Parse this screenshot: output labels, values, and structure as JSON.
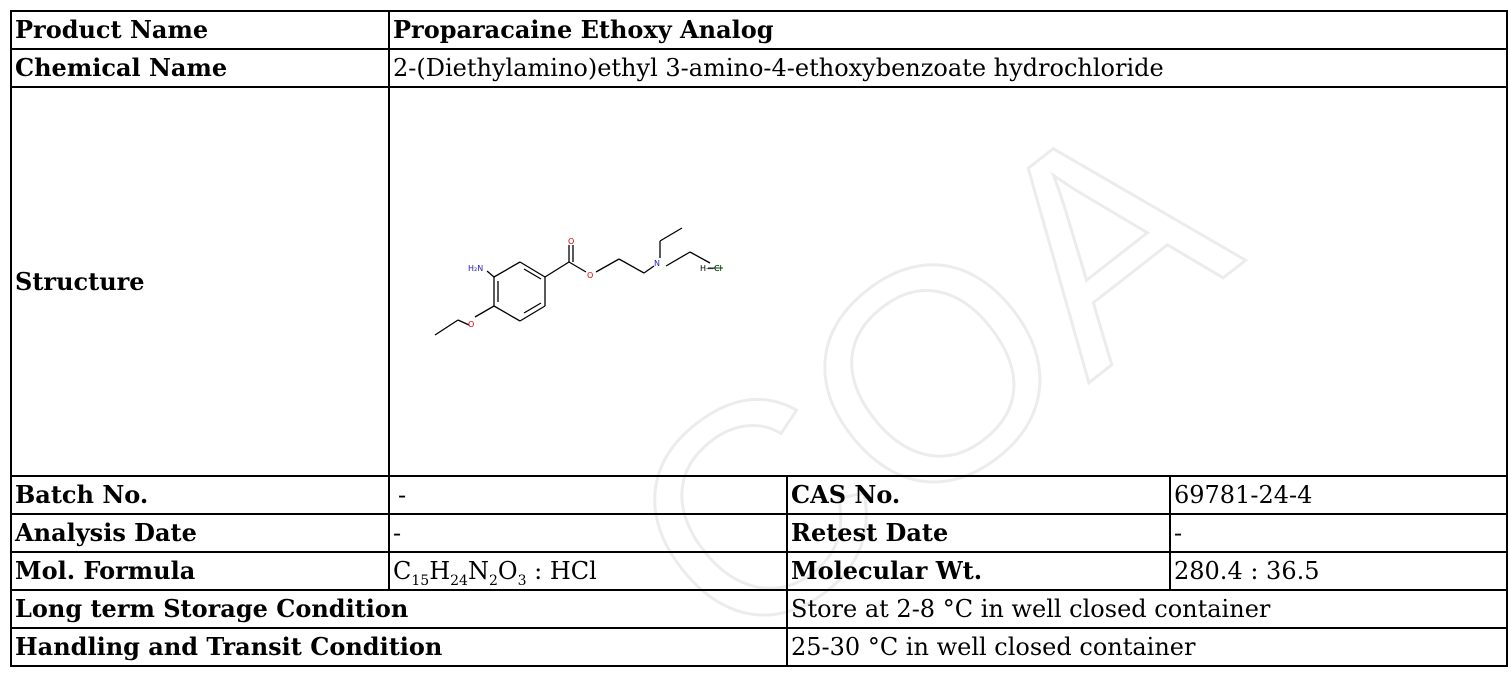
{
  "rows": {
    "product_name": {
      "label": "Product Name",
      "value": "Proparacaine Ethoxy Analog"
    },
    "chemical_name": {
      "label": "Chemical Name",
      "value": "2-(Diethylamino)ethyl 3-amino-4-ethoxybenzoate hydrochloride"
    },
    "structure": {
      "label": "Structure"
    },
    "batch_no": {
      "label": "Batch No.",
      "value": "-"
    },
    "cas_no": {
      "label": "CAS No.",
      "value": "69781-24-4"
    },
    "analysis_date": {
      "label": "Analysis Date",
      "value": "-"
    },
    "retest_date": {
      "label": "Retest Date",
      "value": "-"
    },
    "mol_formula": {
      "label": "Mol. Formula",
      "parts": [
        "C",
        "15",
        "H",
        "24",
        "N",
        "2",
        "O",
        "3"
      ],
      "suffix": " : HCl"
    },
    "molecular_wt": {
      "label": "Molecular Wt.",
      "value": "280.4 : 36.5"
    },
    "storage": {
      "label": "Long term Storage Condition",
      "value": "Store at 2-8 °C in well closed container"
    },
    "handling": {
      "label": "Handling and Transit Condition",
      "value": "25-30 °C in well closed container"
    }
  },
  "molecule": {
    "atom_labels": {
      "amine": "H₂N",
      "carbonyl_o": "O",
      "ester_o": "O",
      "ether_o": "O",
      "nitrogen": "N",
      "hcl": "H—Cl"
    }
  },
  "watermark": {
    "text": "COA"
  },
  "colors": {
    "nitrogen": "#1f1fbf",
    "oxygen": "#d00000",
    "chlorine": "#00a000",
    "watermark": "#f2f2f2"
  }
}
